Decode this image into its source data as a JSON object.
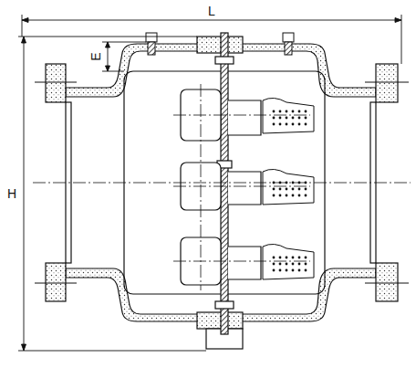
{
  "diagram": {
    "labels": [
      "L",
      "H",
      "E"
    ]
  }
}
